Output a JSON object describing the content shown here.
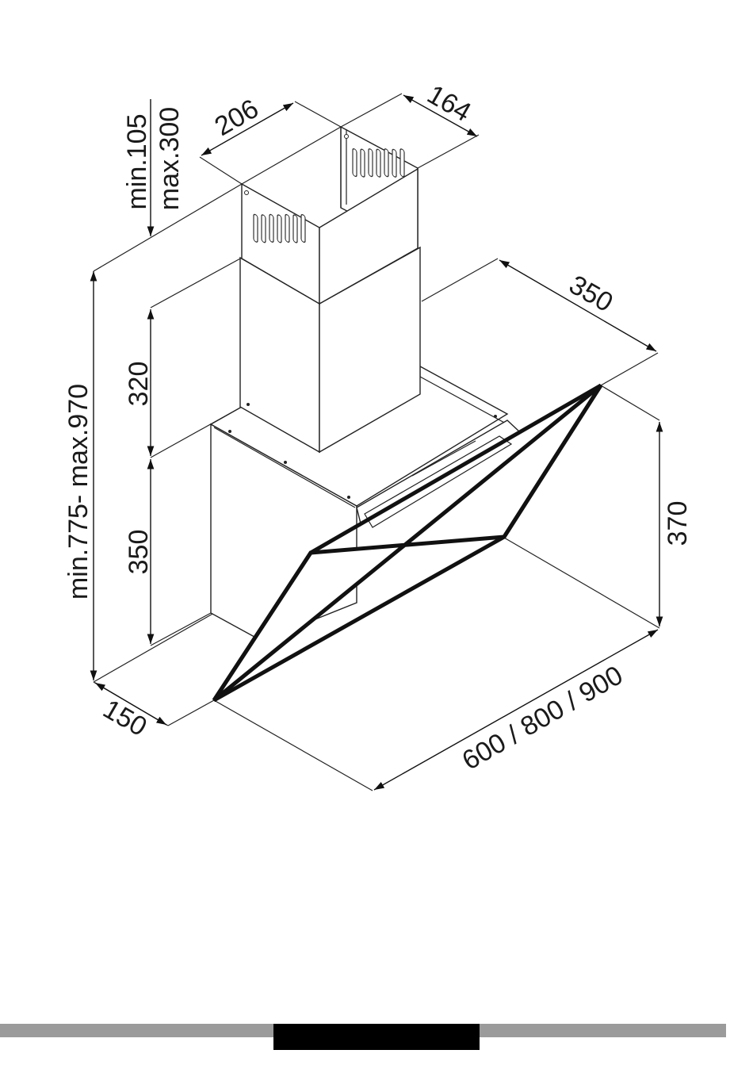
{
  "dimensions": {
    "chimney_width": "206",
    "chimney_depth": "164",
    "chimney_extension_min": "min.105",
    "chimney_extension_max": "max.300",
    "total_height": "min.775- max.970",
    "chimney_height": "320",
    "body_height": "350",
    "hood_depth": "350",
    "glass_height": "370",
    "bottom_depth": "150",
    "hood_width": "600 / 800 / 900"
  },
  "colors": {
    "line": "#222222",
    "glass_outline": "#111111",
    "footer_bar": "#9b9b9b",
    "footer_block": "#000000"
  }
}
